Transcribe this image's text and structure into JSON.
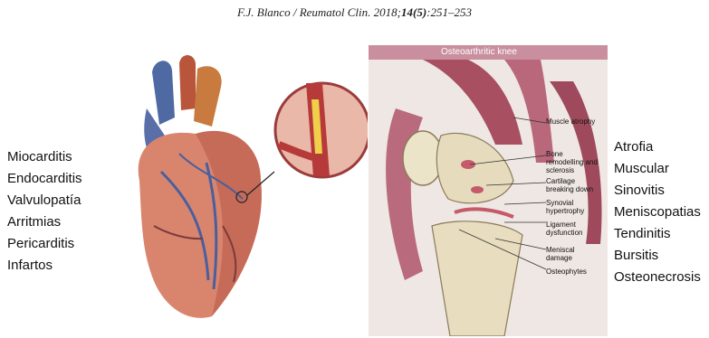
{
  "header": {
    "authors": "F.J. Blanco / Reumatol Clin. 2018;",
    "volume_issue": "14(5)",
    "pages": ":251–253"
  },
  "left_list": [
    "Miocarditis",
    "Endocarditis",
    "Valvulopatía",
    "Arritmias",
    "Pericarditis",
    "Infartos"
  ],
  "right_list": [
    "Atrofia",
    "Muscular",
    "Sinovitis",
    "Meniscopatias",
    "Tendinitis",
    "Bursitis",
    "Osteonecrosis"
  ],
  "knee_figure": {
    "title": "Osteoarthritic knee",
    "labels": [
      "Muscle atrophy",
      "Bone remodelling and sclerosis",
      "Cartilage breaking down",
      "Synovial hypertrophy",
      "Ligament dysfunction",
      "Meniscal damage",
      "Osteophytes"
    ]
  }
}
